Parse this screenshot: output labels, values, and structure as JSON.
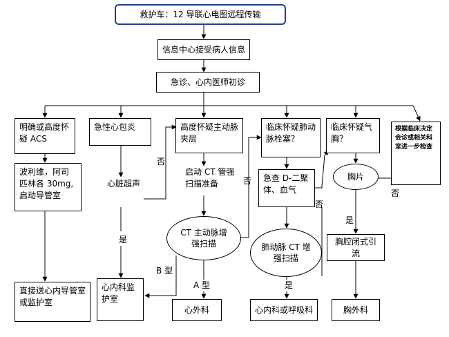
{
  "nodes": {
    "ambulance": "救护车：12 导联心电图远程传输",
    "info_center": "信息中心接受病人信息",
    "emergency": "急诊、心内医师初诊",
    "acs": "明确或高度怀疑 ACS",
    "pericarditis": "急性心包炎",
    "dissection": "高度怀疑主动脉夹层",
    "pe": "临床怀疑肺动脉栓塞？",
    "pneumothorax": "临床怀疑气胸？",
    "other": "根据临床决定会诊或相关科室进一步检查",
    "meds": "波利维，阿司匹林各 30mg,启动导管室",
    "tamponade": "心脏超声",
    "ct_start": "启动 CT 管强扫描准备",
    "ct_aorta": "CT 主动脉增强扫描",
    "d_dimer": "急查 D-二聚体、血气",
    "chest_film": "胸片",
    "pe_ct": "肺动脉 CT 增强扫描",
    "drainage": "胸腔闭式引流",
    "cath_lab": "直接送心内导管室或监护室",
    "ccu": "心内科监护室",
    "surgery": "心外科",
    "resp": "心内科或呼吸科",
    "thoracic": "胸外科"
  },
  "edge_labels": {
    "no": "否",
    "yes": "是",
    "type_a": "A 型",
    "type_b": "B 型"
  },
  "colors": {
    "top_border": "#1f3f8f",
    "line": "#000000"
  }
}
